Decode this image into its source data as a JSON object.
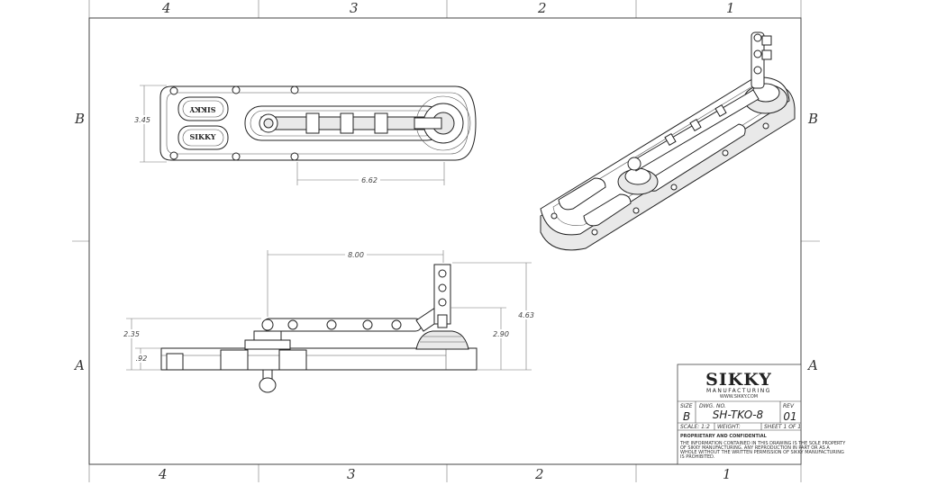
{
  "zones": {
    "columns": [
      "4",
      "3",
      "2",
      "1"
    ],
    "rows": [
      "B",
      "A"
    ]
  },
  "dimensions": {
    "top_height": "3.45",
    "top_length": "6.62",
    "side_length": "8.00",
    "side_total_height": "4.63",
    "side_height_mid": "2.90",
    "side_height_left": "2.35",
    "side_base": ".92"
  },
  "title_block": {
    "company": "SIKKY",
    "company_sub": "MANUFACTURING",
    "website": "WWW.SIKKY.COM",
    "size_label": "SIZE",
    "size_value": "B",
    "dwg_label": "DWG.  NO.",
    "dwg_value": "SH-TKO-8",
    "rev_label": "REV",
    "rev_value": "01",
    "scale": "SCALE: 1:2",
    "weight": "WEIGHT:",
    "sheet": "SHEET 1 OF 1",
    "confidential_title": "PROPRIETARY AND CONFIDENTIAL",
    "confidential_lines": [
      "THE INFORMATION CONTAINED IN THIS DRAWING IS THE SOLE PROPERTY",
      "OF SIKKY MANUFACTURING.  ANY REPRODUCTION IN PART OR AS A",
      "WHOLE WITHOUT THE WRITTEN PERMISSION OF SIKKY MANUFACTURING",
      "IS PROHIBITED."
    ]
  },
  "part_labels": [
    "SIKKY",
    "SIKKY"
  ]
}
